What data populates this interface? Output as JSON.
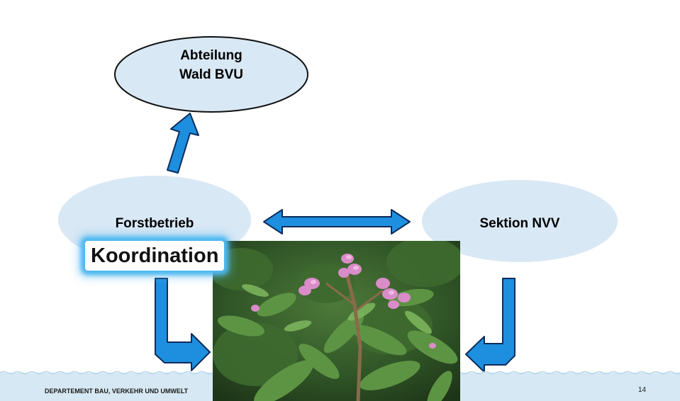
{
  "nodes": {
    "abteilung": {
      "line1": "Abteilung",
      "line2": "Wald BVU"
    },
    "forstbetrieb": {
      "label": "Forstbetrieb"
    },
    "sektion": {
      "label": "Sektion NVV"
    }
  },
  "badge": {
    "label": "Koordination"
  },
  "photo": {
    "subject": "pink-balsam-flower-photo"
  },
  "colors": {
    "node_fill": "#d9e8f5",
    "node_stroke": "#111111",
    "arrow_fill": "#1e8fdf",
    "arrow_stroke": "#0c2c5a",
    "glow": "#4fb8f0",
    "footer_band": "#d5e8f3"
  },
  "footer": {
    "department": "DEPARTEMENT BAU, VERKEHR UND UMWELT",
    "page_number": "14"
  }
}
